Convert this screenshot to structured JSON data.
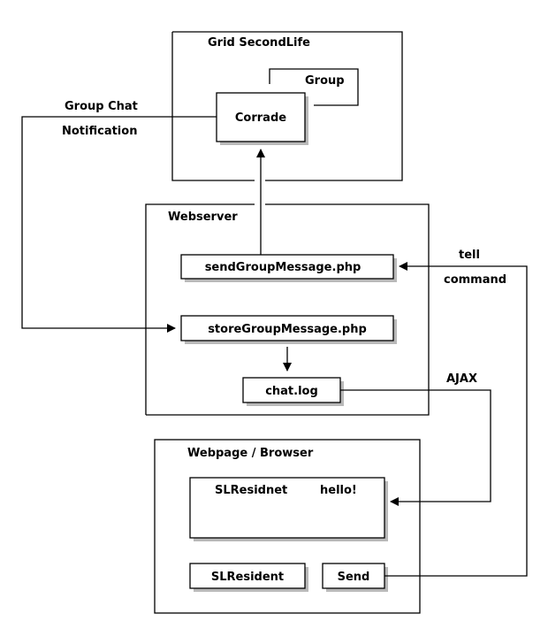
{
  "colors": {
    "background": "#ffffff",
    "stroke": "#000000",
    "shadow": "#b9b9b9"
  },
  "regions": {
    "grid": "Grid SecondLife",
    "group": "Group",
    "webserver": "Webserver",
    "browser": "Webpage / Browser"
  },
  "nodes": {
    "corrade": "Corrade",
    "send_php": "sendGroupMessage.php",
    "store_php": "storeGroupMessage.php",
    "chat_log": "chat.log",
    "chat_sender": "SLResidnet",
    "chat_message": "hello!",
    "name_field": "SLResident",
    "send_button": "Send"
  },
  "edge_labels": {
    "group_chat": "Group Chat",
    "notification": "Notification",
    "tell": "tell",
    "command": "command",
    "ajax": "AJAX"
  }
}
